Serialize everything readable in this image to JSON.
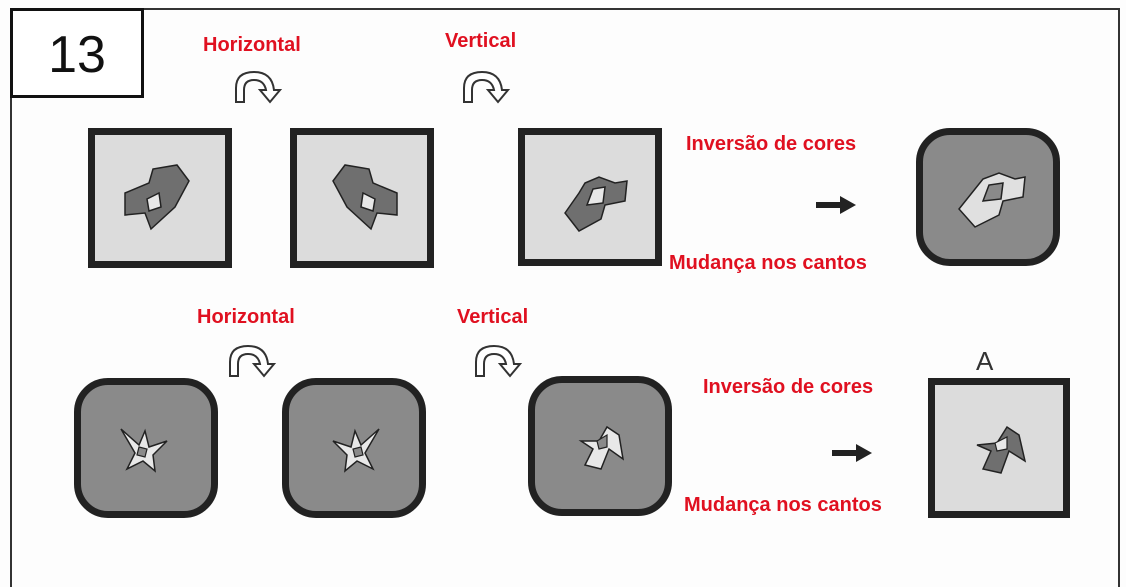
{
  "puzzle_number": "13",
  "row1": {
    "flip1_label": "Horizontal",
    "flip2_label": "Vertical",
    "rule_colors": "Inversão de cores",
    "rule_corners": "Mudança nos cantos"
  },
  "row2": {
    "flip1_label": "Horizontal",
    "flip2_label": "Vertical",
    "rule_colors": "Inversão de cores",
    "rule_corners": "Mudança nos cantos",
    "answer_letter": "A"
  },
  "colors": {
    "label_red": "#e01020",
    "dark_fill": "#6f6f6f",
    "light_fill": "#dcdcdc"
  },
  "icons": [
    "curved-arrow-icon",
    "right-arrow-icon"
  ]
}
